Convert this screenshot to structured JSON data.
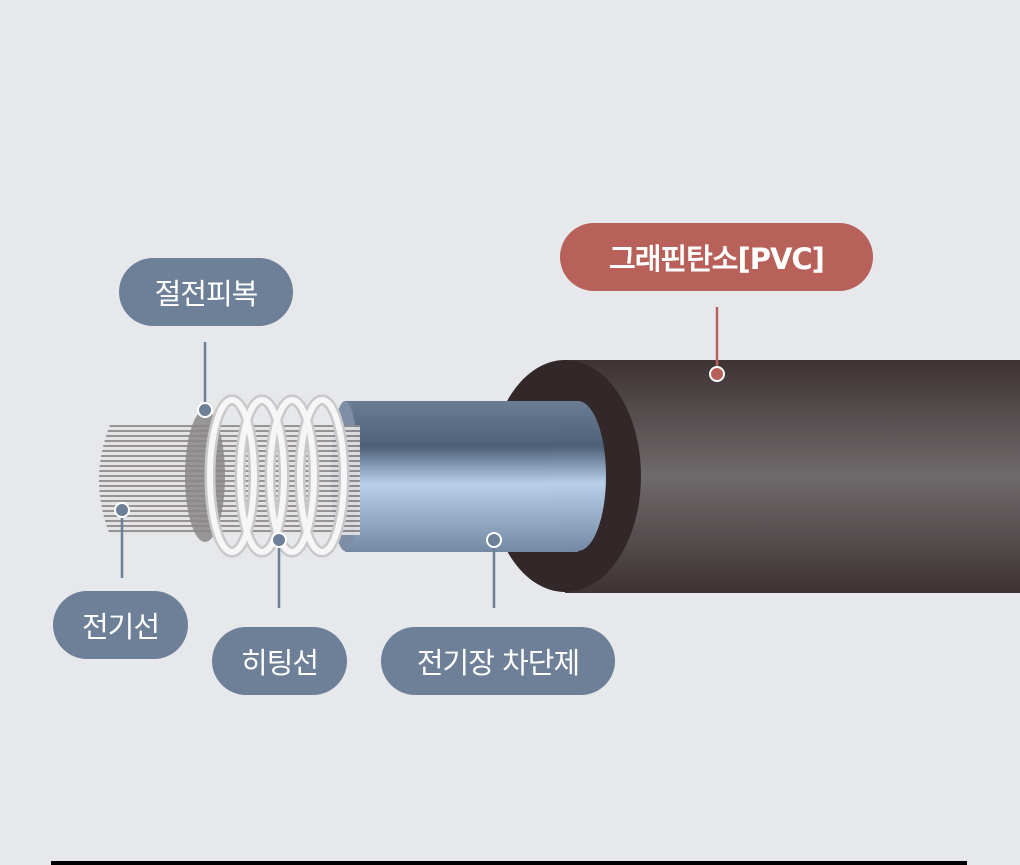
{
  "labels": {
    "insulation": "절전피복",
    "jacket": "그래핀탄소[PVC]",
    "wire": "전기선",
    "heating_wire": "히팅선",
    "shield": "전기장 차단제"
  },
  "colors": {
    "label": "#6e7f98",
    "accent": "#b8605a",
    "background": "#e7e8ec"
  }
}
